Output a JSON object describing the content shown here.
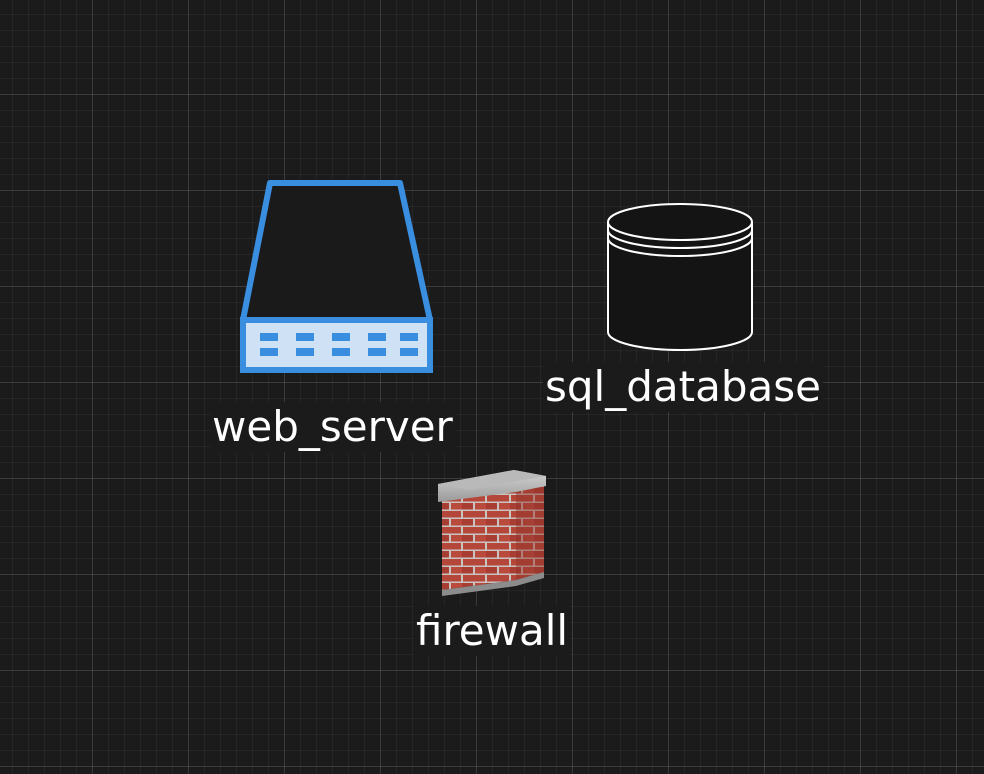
{
  "diagram": {
    "nodes": [
      {
        "id": "web_server",
        "label": "web_server",
        "icon": "server-icon",
        "color": "#3a8ee0"
      },
      {
        "id": "sql_database",
        "label": "sql_database",
        "icon": "database-cylinder-icon",
        "color": "#ffffff"
      },
      {
        "id": "firewall",
        "label": "firewall",
        "icon": "brick-firewall-icon",
        "color": "#b5473a"
      }
    ]
  }
}
